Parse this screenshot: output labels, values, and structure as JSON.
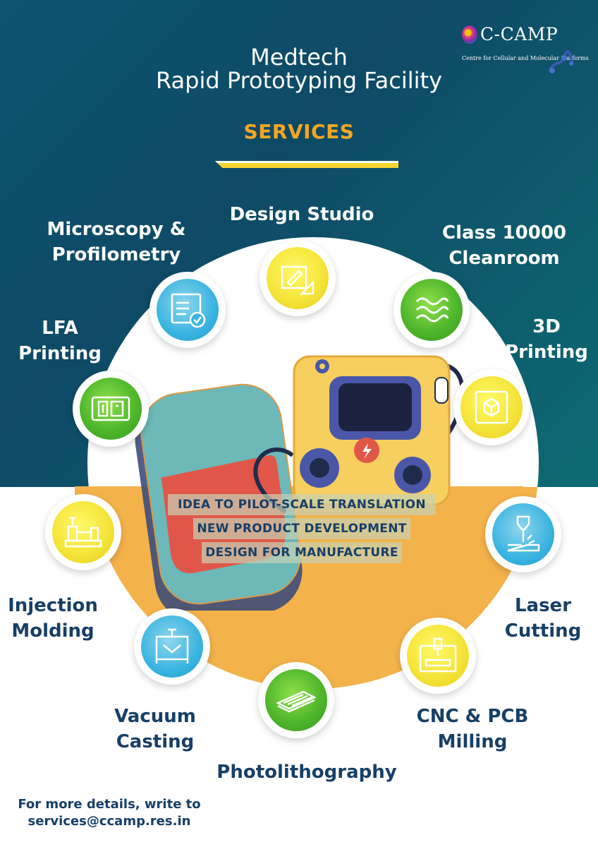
{
  "header": {
    "title_line1": "Medtech",
    "title_line2": "Rapid Prototyping Facility",
    "section_heading": "SERVICES"
  },
  "logo": {
    "name": "C-CAMP",
    "subtitle": "Centre for Cellular and Molecular Platforms"
  },
  "services": {
    "design_studio": "Design Studio",
    "microscopy_line1": "Microscopy &",
    "microscopy_line2": "Profilometry",
    "cleanroom_line1": "Class 10000",
    "cleanroom_line2": "Cleanroom",
    "lfa_line1": "LFA",
    "lfa_line2": "Printing",
    "printing3d_line1": "3D",
    "printing3d_line2": "Printing",
    "injection_line1": "Injection",
    "injection_line2": "Molding",
    "laser_line1": "Laser",
    "laser_line2": "Cutting",
    "vacuum_line1": "Vacuum",
    "vacuum_line2": "Casting",
    "cnc_line1": "CNC & PCB",
    "cnc_line2": "Milling",
    "photolithography": "Photolithography"
  },
  "highlights": [
    "IDEA TO PILOT-SCALE TRANSLATION",
    "NEW PRODUCT DEVELOPMENT",
    "DESIGN FOR MANUFACTURE"
  ],
  "contact": {
    "line1": "For more details, write to",
    "email": "services@ccamp.res.in"
  },
  "colors": {
    "navy": "#0e4a66",
    "teal": "#0d6b73",
    "orange": "#f4b24a",
    "accent_heading": "#f5a623",
    "text_dark": "#173f66"
  },
  "icons": [
    "monitor-checklist-icon",
    "design-ruler-icon",
    "cleanroom-waves-icon",
    "pcb-board-icon",
    "3d-cube-icon",
    "injection-machine-icon",
    "laser-cutter-icon",
    "vacuum-casting-icon",
    "cnc-mill-icon",
    "photolithography-icon"
  ]
}
